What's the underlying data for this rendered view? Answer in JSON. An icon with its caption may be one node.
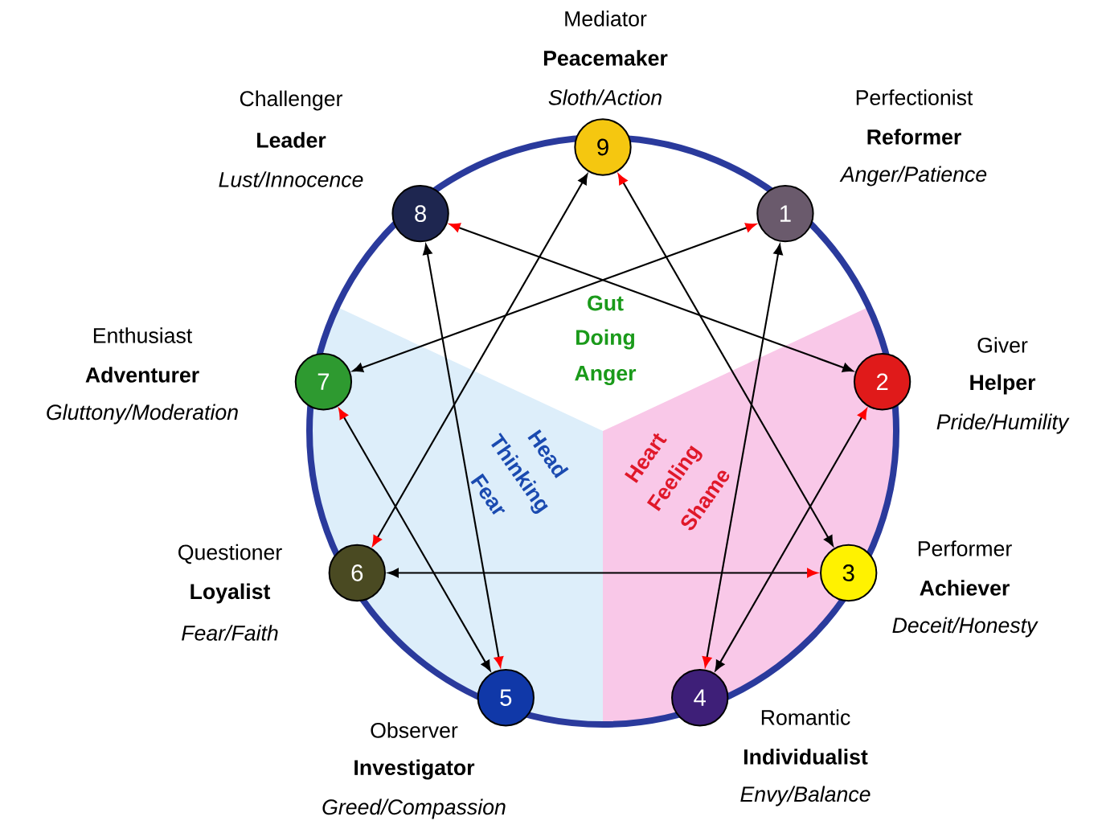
{
  "diagram": {
    "nodes": [
      {
        "text": [
          "9"
        ],
        "beside": [
          "Mediator",
          "Peacemaker",
          "Sloth/Action"
        ]
      },
      {
        "text": [
          "8"
        ],
        "beside": [
          "Challenger",
          "Leader",
          "Lust/Innocence"
        ]
      },
      {
        "text": [
          "1"
        ],
        "beside": [
          "Perfectionist",
          "Reformer",
          "Anger/Patience"
        ]
      },
      {
        "text": [
          "7"
        ],
        "beside": [
          "Enthusiast",
          "Adventurer",
          "Gluttony/Moderation"
        ]
      },
      {
        "text": [
          "2"
        ],
        "beside": [
          "Giver",
          "Helper",
          "Pride/Humility"
        ]
      },
      {
        "text": [
          "6"
        ],
        "beside": [
          "Questioner",
          "Loyalist",
          "Fear/Faith"
        ]
      },
      {
        "text": [
          "3"
        ],
        "beside": [
          "Performer",
          "Achiever",
          "Deceit/Honesty"
        ]
      },
      {
        "text": [
          "5"
        ],
        "beside": [
          "Observer",
          "Investigator",
          "Greed/Compassion"
        ]
      },
      {
        "text": [
          "4"
        ],
        "beside": [
          "Romantic",
          "Individualist",
          "Envy/Balance"
        ]
      }
    ],
    "edges": [
      {
        "from": 2,
        "to": 8,
        "arrow": "both"
      },
      {
        "from": 8,
        "to": 4,
        "arrow": "both"
      },
      {
        "from": 4,
        "to": 1,
        "arrow": "both"
      },
      {
        "from": 1,
        "to": 7,
        "arrow": "both"
      },
      {
        "from": 7,
        "to": 3,
        "arrow": "both"
      },
      {
        "from": 3,
        "to": 2,
        "arrow": "both"
      },
      {
        "from": 6,
        "to": 0,
        "arrow": "both"
      },
      {
        "from": 5,
        "to": 6,
        "arrow": "both"
      },
      {
        "from": 0,
        "to": 5,
        "arrow": "both"
      }
    ],
    "labels": [
      "Gut",
      "Doing",
      "Anger",
      "Head",
      "Thinking",
      "Fear",
      "Heart",
      "Feeling",
      "Shame"
    ]
  }
}
